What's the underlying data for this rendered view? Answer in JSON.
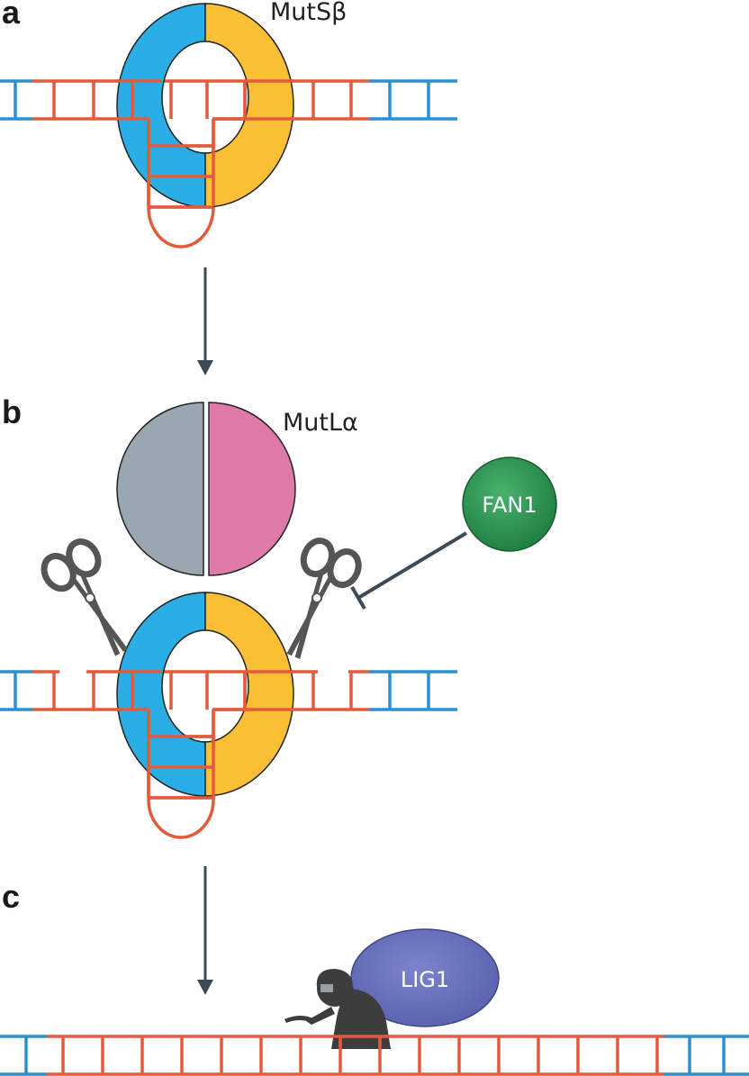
{
  "panels": [
    {
      "label": "a",
      "protein": "MutSβ"
    },
    {
      "label": "b",
      "protein": "MutLα",
      "inhibitor": "FAN1"
    },
    {
      "label": "c",
      "protein": "LIG1"
    }
  ],
  "colors": {
    "strand_red": "#e35b3a",
    "strand_blue": "#2b8fd0",
    "mutS_blue": "#29aee6",
    "mutS_yellow": "#fbbf36",
    "mutL_grey": "#99a7b0",
    "mutL_pink": "#de7aa8",
    "fan1_green": "#2e9a57",
    "lig1_purple": "#6a72bd",
    "arrow_dark": "#3b4a56",
    "scissors_grey": "#555555",
    "worker_dark": "#3d3d3d"
  }
}
